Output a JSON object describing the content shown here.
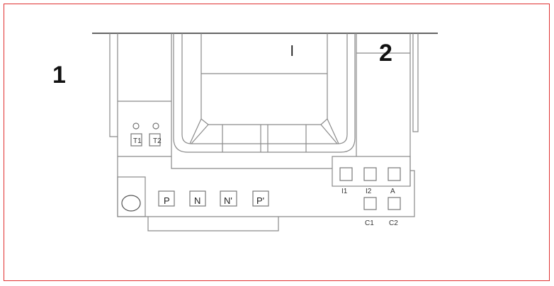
{
  "callouts": {
    "one": "1",
    "two": "2",
    "mark": "l"
  },
  "terminals": {
    "top": [
      "T1",
      "T2"
    ],
    "power": [
      "P",
      "N",
      "N'",
      "P'"
    ],
    "right_row": [
      "I1",
      "I2",
      "A"
    ],
    "right_lower": [
      "C1",
      "C2"
    ]
  },
  "colors": {
    "border": "#e03030",
    "lines": "#8a8a8a"
  }
}
